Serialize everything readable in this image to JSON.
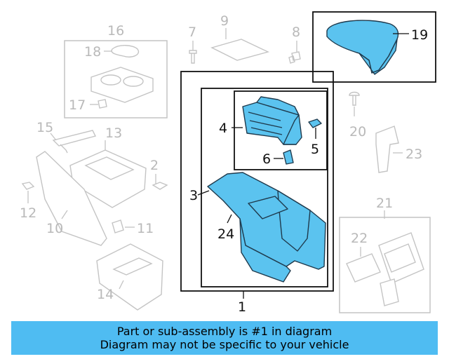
{
  "callouts": {
    "c1": "1",
    "c2": "2",
    "c3": "3",
    "c4": "4",
    "c5": "5",
    "c6": "6",
    "c7": "7",
    "c8": "8",
    "c9": "9",
    "c10": "10",
    "c11": "11",
    "c12": "12",
    "c13": "13",
    "c14": "14",
    "c15": "15",
    "c16": "16",
    "c17": "17",
    "c18": "18",
    "c19": "19",
    "c20": "20",
    "c21": "21",
    "c22": "22",
    "c23": "23",
    "c24": "24"
  },
  "banner": {
    "line1": "Part or sub-assembly is #1 in diagram",
    "line2": "Diagram may not be specific to your vehicle"
  },
  "colors": {
    "highlight": "#5bc3ef",
    "banner": "#4fbcf2",
    "inactive_parts": "#c4c4c4",
    "outline": "#111111"
  }
}
